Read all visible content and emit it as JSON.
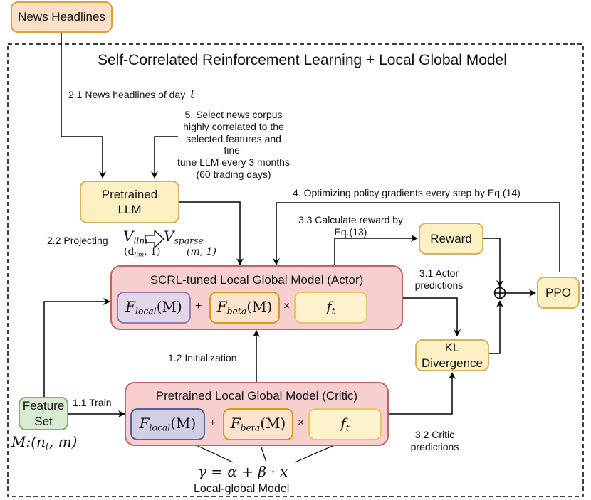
{
  "title": "Self-Correlated Reinforcement Learning + Local Global Model",
  "nodes": {
    "news_headlines": "News Headlines",
    "pretrained_llm": "Pretrained LLM",
    "reward": "Reward",
    "ppo": "PPO",
    "kl_divergence": "KL Divergence",
    "feature_set": "Feature Set",
    "actor_title": "SCRL-tuned Local Global Model (Actor)",
    "critic_title": "Pretrained Local Global Model (Critic)"
  },
  "components": {
    "f_local_base": "F",
    "f_local_sub": "local",
    "f_local_arg": "(M)",
    "f_beta_base": "F",
    "f_beta_sub": "beta",
    "f_beta_arg": "(M)",
    "f_t_base": "f",
    "f_t_sub": "t",
    "plus": "+",
    "times": "×"
  },
  "edges": {
    "news_day": "2.1 News headlines of day",
    "news_day_var": "t",
    "select_corpus": "5. Select news corpus highly correlated to the selected features and fine-tune LLM every 3 months (60 trading days)",
    "select_corpus_lines": [
      "5. Select news corpus",
      "highly correlated to the",
      "selected features and fine-",
      "tune LLM every 3 months",
      "(60 trading days)"
    ],
    "projecting": "2.2 Projecting",
    "optimizing": "4. Optimizing policy gradients every step by Eq.(14)",
    "calc_reward_lines": [
      "3.3 Calculate reward by",
      "Eq.(13)"
    ],
    "actor_pred_lines": [
      "3.1 Actor",
      "predictions"
    ],
    "critic_pred_lines": [
      "3.2 Critic",
      "predictions"
    ],
    "initialization": "1.2 Initialization",
    "train": "1.1 Train"
  },
  "math": {
    "v_llm_base": "V",
    "v_llm_sub": "llm",
    "v_llm_dim": "(d",
    "v_llm_dim_sub": "llm",
    "v_llm_dim_end": ", 1)",
    "v_sparse_base": "V",
    "v_sparse_sub": "sparse",
    "v_sparse_dim": "(m, 1)",
    "matrix_label_prefix": "M:(n",
    "matrix_label_sub": "t",
    "matrix_label_suffix": ", m)",
    "equation": "γ = α + β · x",
    "equation_caption": "Local-global Model",
    "sum_symbol": "⊕"
  },
  "colors": {
    "news": "#fce0c6",
    "llm": "#fdf0c2",
    "feature": "#d7ecd0",
    "model": "#f8cfcf",
    "local_actor": "#e2d6ea",
    "local_critic": "#d0cfe5",
    "beta": "#fde3cb",
    "ft": "#fef2cd"
  }
}
